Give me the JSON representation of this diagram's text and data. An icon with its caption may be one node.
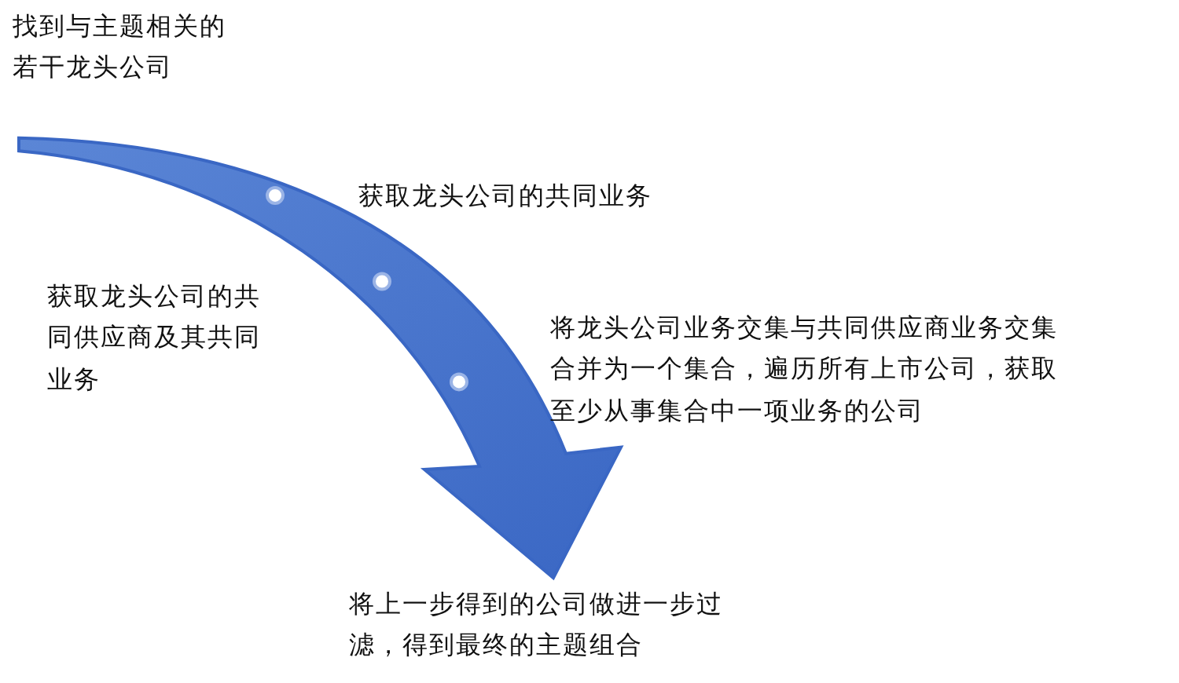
{
  "diagram": {
    "nodes": [
      {
        "text": [
          "找到与主题相关的若干龙头公司"
        ]
      },
      {
        "text": [
          "获取龙头公司的共同业务"
        ]
      },
      {
        "text": [
          "获取龙头公司的共同供应商及其共同业务"
        ]
      },
      {
        "text": [
          "将龙头公司业务交集与共同供应商业务交集合并为一个集合，遍历所有上市公司，获取至少从事集合中一项业务的公司"
        ]
      },
      {
        "text": [
          "将上一步得到的公司做进一步过滤，得到最终的主题组合"
        ]
      }
    ],
    "edges": [
      {
        "from": 0,
        "to": 4,
        "arrow": "to",
        "style": "thick"
      }
    ]
  }
}
